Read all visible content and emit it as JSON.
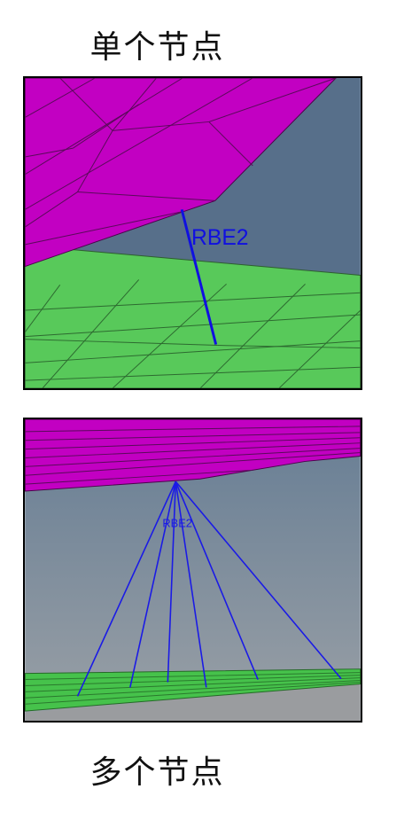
{
  "top_caption": "单个节点",
  "bottom_caption": "多个节点",
  "top_panel": {
    "element_label": "RBE2",
    "colors": {
      "upper_part": "#c200c2",
      "lower_part": "#58c95a",
      "background": "#576f8a",
      "link": "#1010e0"
    }
  },
  "bottom_panel": {
    "element_label": "RBE2",
    "colors": {
      "upper_part": "#c200c2",
      "lower_part": "#46c24b",
      "background_top": "#667d94",
      "background_bottom": "#9aa0a6",
      "link": "#1a1ae6"
    }
  }
}
